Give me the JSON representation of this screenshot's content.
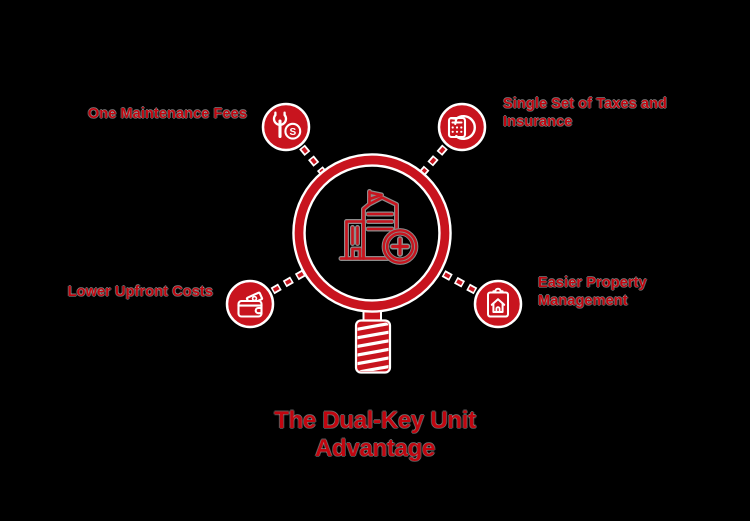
{
  "title": {
    "lines": [
      "The Dual-Key Unit",
      "Advantage"
    ]
  },
  "center": {
    "icon": "building-zoom-plus-icon",
    "description_icon": "magnifying-glass"
  },
  "nodes": [
    {
      "id": "maintenance",
      "icon": "wrench-dollar-icon",
      "label_lines": [
        "One Maintenance Fees"
      ]
    },
    {
      "id": "taxes",
      "icon": "calculator-refresh-icon",
      "label_lines": [
        "Single Set of Taxes and",
        "Insurance"
      ]
    },
    {
      "id": "upfront",
      "icon": "wallet-cash-icon",
      "label_lines": [
        "Lower Upfront Costs"
      ]
    },
    {
      "id": "management",
      "icon": "clipboard-house-icon",
      "label_lines": [
        "Easier Property",
        "Management"
      ]
    }
  ],
  "colors": {
    "red": "#C8141E",
    "text_red": "#C1050F",
    "outline_white": "#FFFFFF",
    "background": "#000000"
  }
}
